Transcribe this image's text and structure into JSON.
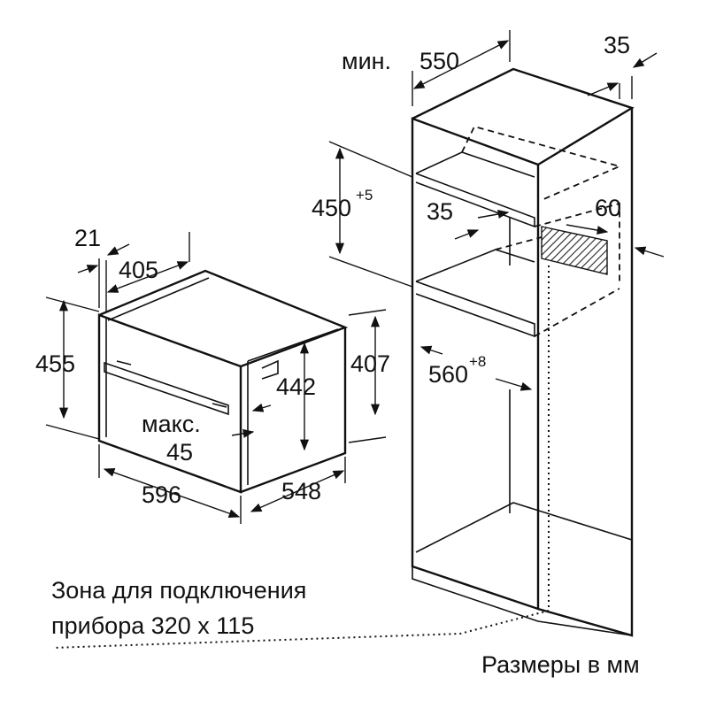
{
  "labels": {
    "min_prefix": "мин.",
    "d550": "550",
    "d35_top": "35",
    "d450": "450",
    "d450_sup": "+5",
    "d35_mid": "35",
    "d60": "60",
    "d560": "560",
    "d560_sup": "+8",
    "d21": "21",
    "d405": "405",
    "d455": "455",
    "d442": "442",
    "d407": "407",
    "max_label": "макс.",
    "d45": "45",
    "d596": "596",
    "d548": "548"
  },
  "caption": {
    "zone_line1": "Зона для подключения",
    "zone_line2": "прибора 320 x 115",
    "units": "Размеры в мм"
  }
}
